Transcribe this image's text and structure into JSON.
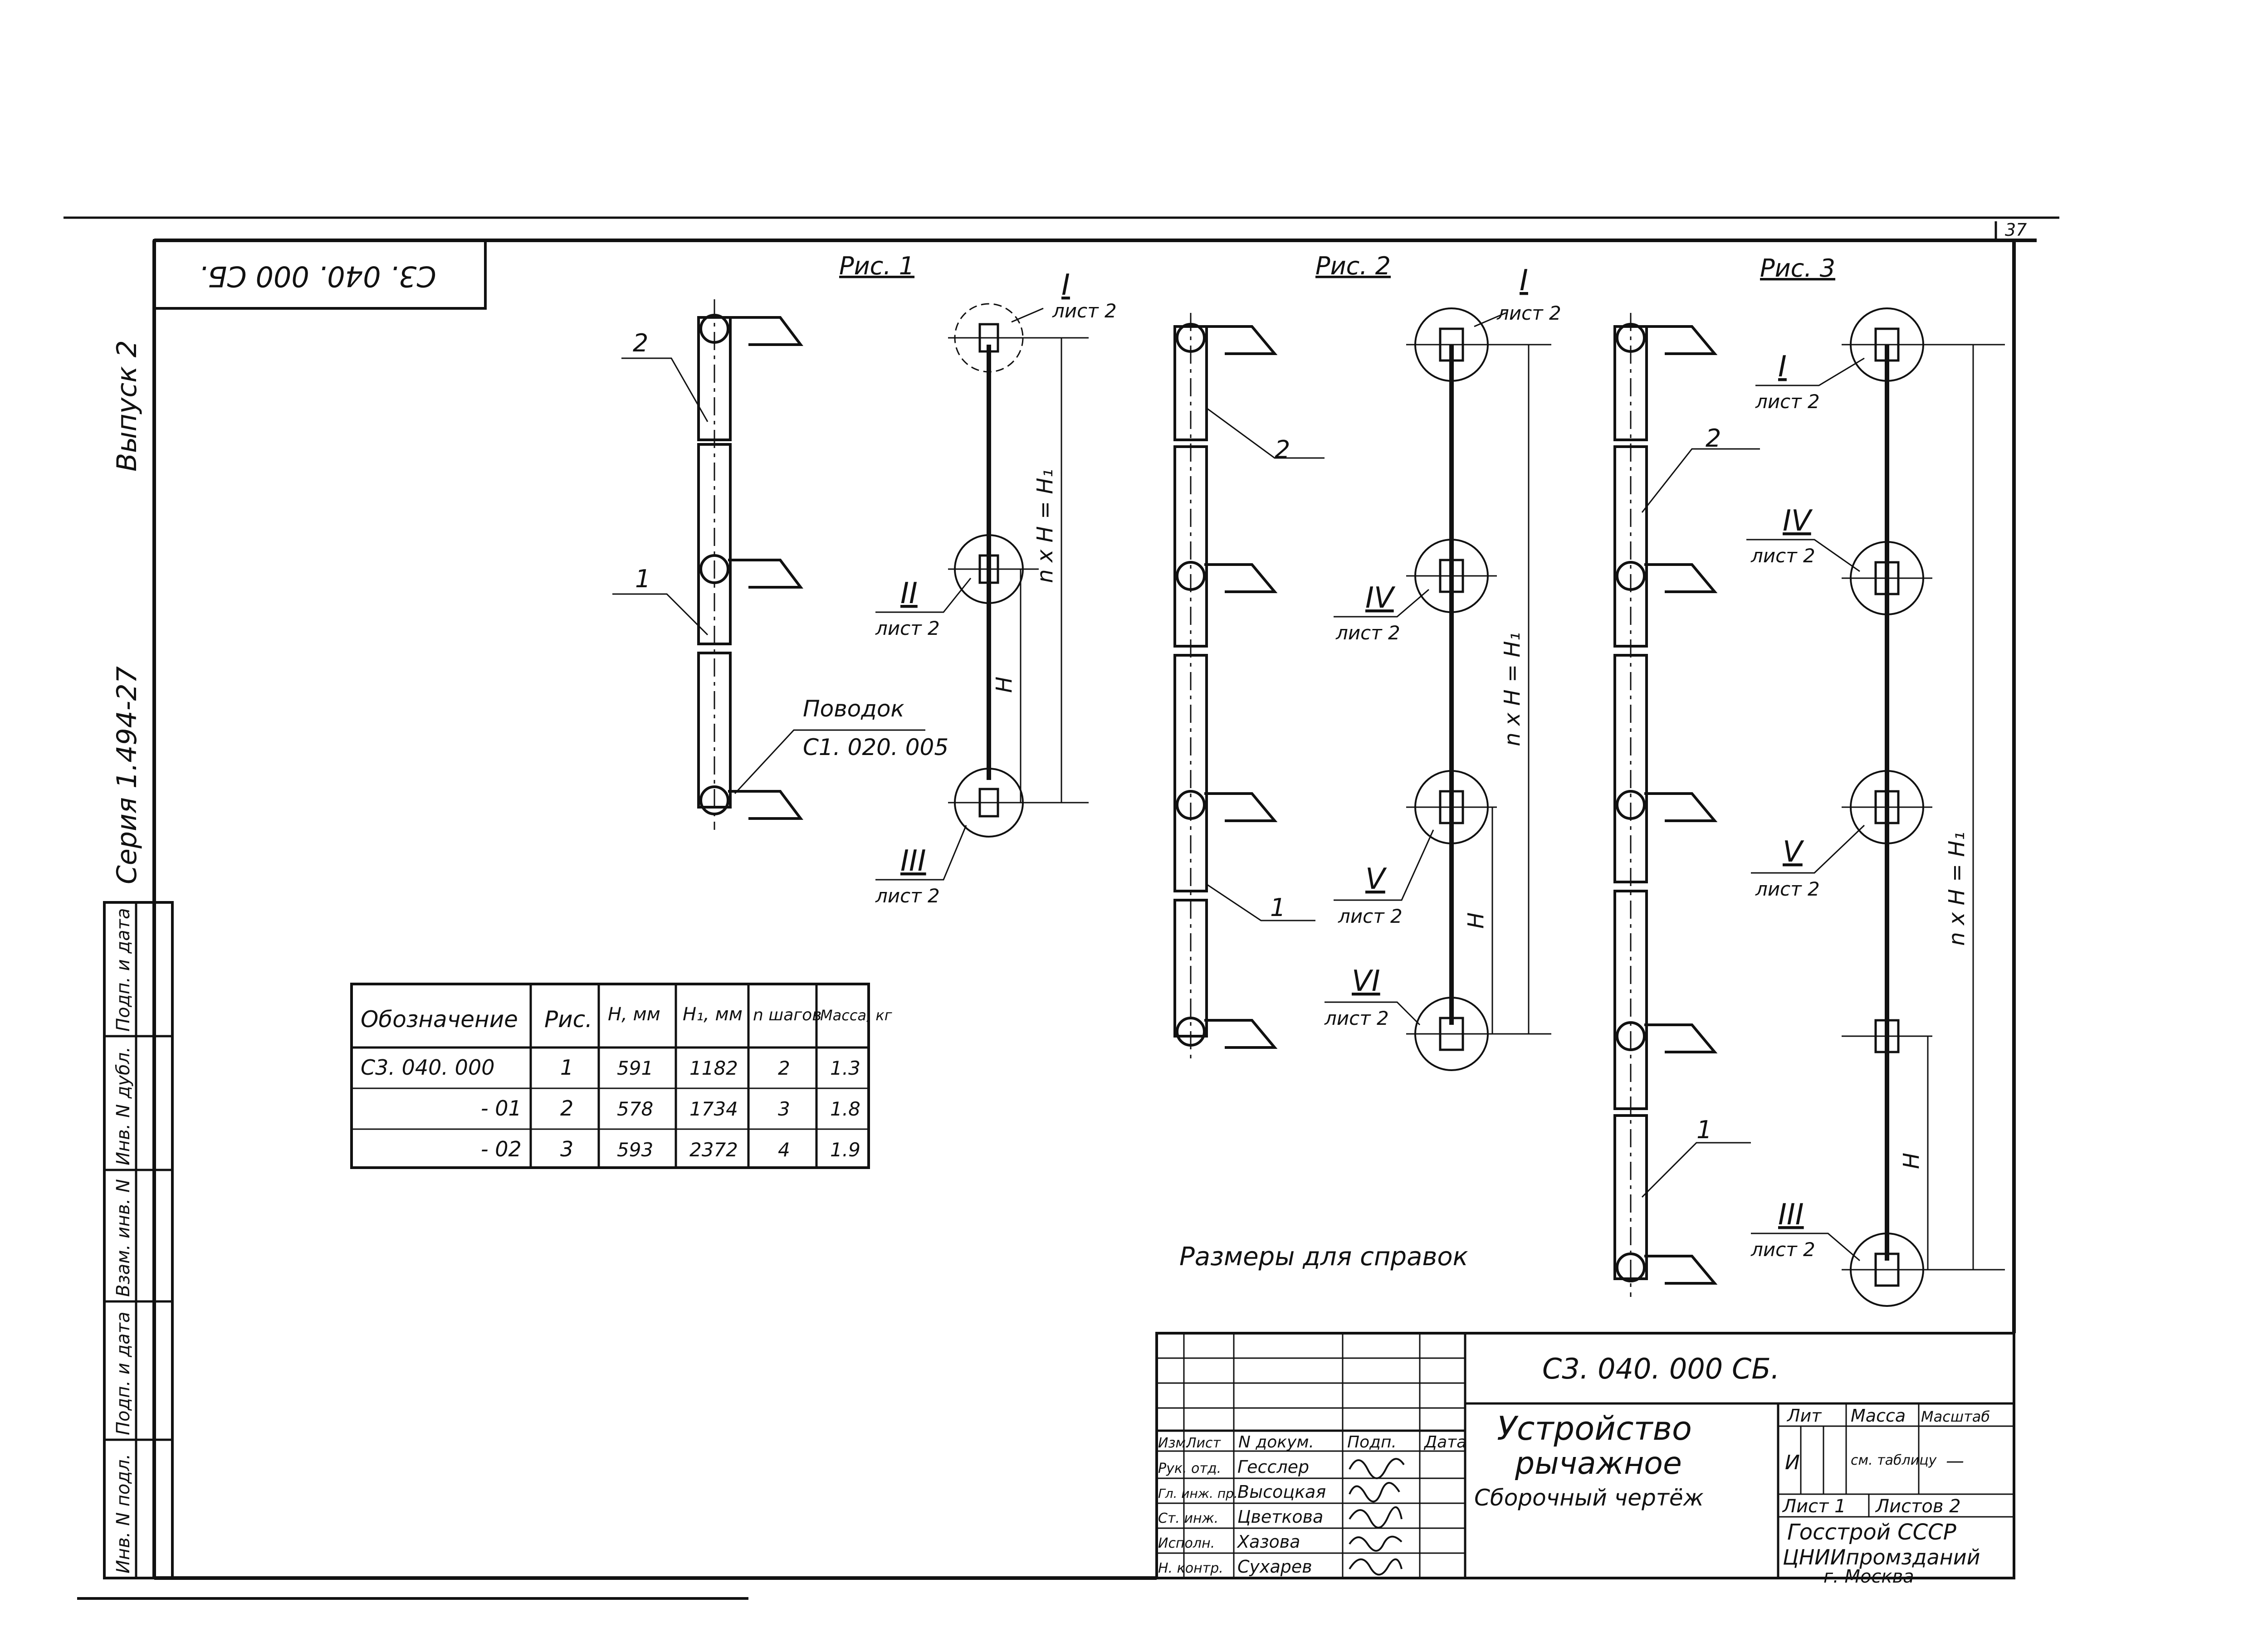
{
  "sheet_number": "37",
  "code_stamp": "С3. 040. 000 СБ.",
  "left_margin": {
    "vypusk": "Выпуск 2",
    "seriya": "Серия 1.494-27",
    "field_labels": [
      "Инв. N подл.",
      "Подп. и дата",
      "Взам. инв. N",
      "Инв. N дубл.",
      "Подп. и дата"
    ]
  },
  "figures": {
    "fig1": {
      "title": "Рис. 1",
      "callout_2": "2",
      "callout_1": "1",
      "povodok_label": "Поводок",
      "povodok_code": "С1. 020. 005",
      "node_I": "I",
      "node_II": "II",
      "node_III": "III",
      "sheet_ref": "лист 2",
      "dim_H": "H",
      "dim_nH": "n x H = H₁"
    },
    "fig2": {
      "title": "Рис. 2",
      "callout_2": "2",
      "callout_1": "1",
      "node_I": "I",
      "node_IV": "IV",
      "node_V": "V",
      "node_VI": "VI",
      "sheet_ref": "лист 2",
      "dim_H": "H",
      "dim_nH": "n x H = H₁"
    },
    "fig3": {
      "title": "Рис. 3",
      "callout_2": "2",
      "callout_1": "1",
      "node_I": "I",
      "node_IV": "IV",
      "node_V": "V",
      "node_III": "III",
      "sheet_ref": "лист 2",
      "dim_H": "H",
      "dim_nH": "n x H = H₁"
    }
  },
  "spec_table": {
    "headers": [
      "Обозначение",
      "Рис.",
      "H, мм",
      "H₁, мм",
      "n шагов",
      "Масса, кг"
    ],
    "rows": [
      [
        "С3. 040. 000",
        "1",
        "591",
        "1182",
        "2",
        "1.3"
      ],
      [
        "- 01",
        "2",
        "578",
        "1734",
        "3",
        "1.8"
      ],
      [
        "- 02",
        "3",
        "593",
        "2372",
        "4",
        "1.9"
      ]
    ]
  },
  "note": "Размеры для справок",
  "title_block": {
    "designation": "С3. 040. 000 СБ.",
    "col_headers": [
      "Изм.",
      "Лист",
      "N докум.",
      "Подп.",
      "Дата"
    ],
    "staff": [
      {
        "role": "Рук. отд.",
        "name": "Гесслер"
      },
      {
        "role": "Гл. инж. пр.",
        "name": "Высоцкая"
      },
      {
        "role": "Ст. инж.",
        "name": "Цветкова"
      },
      {
        "role": "Исполн.",
        "name": "Хазова"
      },
      {
        "role": "Н. контр.",
        "name": "Сухарев"
      }
    ],
    "product_name_1": "Устройство",
    "product_name_2": "рычажное",
    "doc_type": "Сборочный чертёж",
    "lit_header": "Лит",
    "mass_header": "Масса",
    "scale_header": "Масштаб",
    "lit_value": "И",
    "mass_value": "см. таблицу",
    "scale_value": "—",
    "sheet_label": "Лист 1",
    "sheets_label": "Листов 2",
    "org_1": "Госстрой СССР",
    "org_2": "ЦНИИпромзданий",
    "org_3": "г. Москва"
  }
}
